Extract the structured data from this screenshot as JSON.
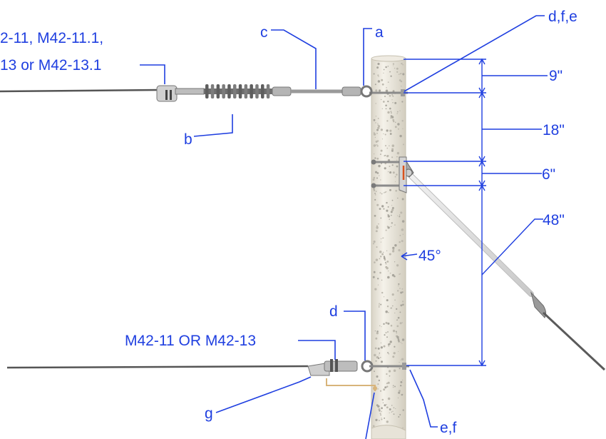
{
  "labels": {
    "top_left_1": "2-11, M42-11.1,",
    "top_left_2": "13 or M42-13.1",
    "a": "a",
    "b": "b",
    "c": "c",
    "dfe": "d,f,e",
    "d": "d",
    "ef": "e,f",
    "g": "g",
    "bottom_catalog": "M42-11 OR M42-13",
    "angle": "45°"
  },
  "dimensions": {
    "d1": "9\"",
    "d2": "18\"",
    "d3": "6\"",
    "d4": "48\""
  },
  "colors": {
    "annotation": "#1f3fe0",
    "pole": "#ece8de",
    "guy": "#e2e2e2",
    "bond": "#d8b47a"
  }
}
